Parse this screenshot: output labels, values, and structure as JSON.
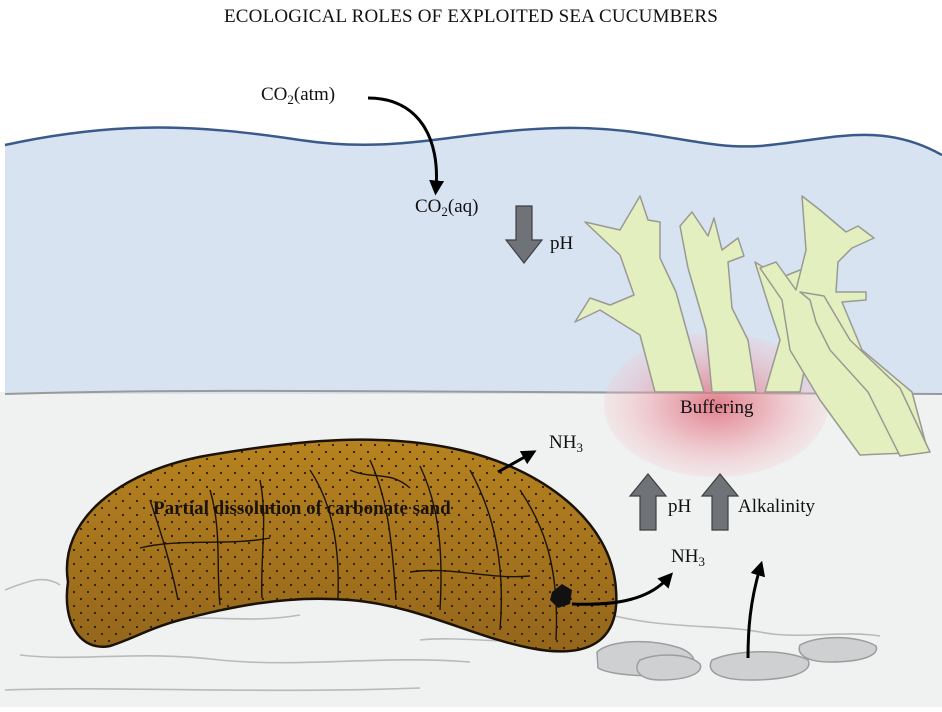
{
  "title": "ECOLOGICAL ROLES OF EXPLOITED SEA CUCUMBERS",
  "labels": {
    "co2_atm": {
      "main": "CO",
      "sub": "2",
      "tail": "(atm)"
    },
    "co2_aq": {
      "main": "CO",
      "sub": "2",
      "tail": "(aq)"
    },
    "ph_down": "pH",
    "buffering": "Buffering",
    "nh3_top": {
      "main": "NH",
      "sub": "3"
    },
    "nh3_right": {
      "main": "NH",
      "sub": "3"
    },
    "ph_up": "pH",
    "alkalinity": "Alkalinity",
    "dissolution": "Partial dissolution of carbonate sand"
  },
  "colors": {
    "water": "#d7e3f1",
    "water_line": "#3a5a8c",
    "sediment": "#f0f1f1",
    "sea_cucumber": "#a9781f",
    "coral": "#e4efbf",
    "buffer_glow": "#e07a86",
    "grey_arrow": "#6f7276",
    "rock": "#cfd0d2"
  }
}
